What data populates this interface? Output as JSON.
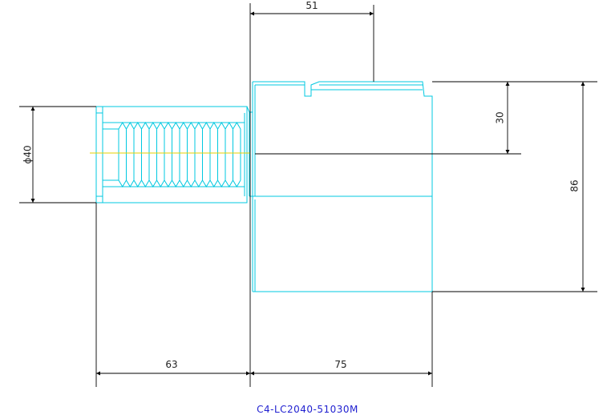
{
  "drawing": {
    "part_number": "C4-LC2040-51030M",
    "dimensions": {
      "top_width": "51",
      "diameter": "ϕ40",
      "offset_height": "30",
      "total_height": "86",
      "shank_length": "63",
      "body_length": "75"
    },
    "colors": {
      "part_outline": "#00c8e0",
      "centerline": "#e6d200",
      "dimension_line": "#000000",
      "part_number_text": "#1f1fd0"
    }
  }
}
